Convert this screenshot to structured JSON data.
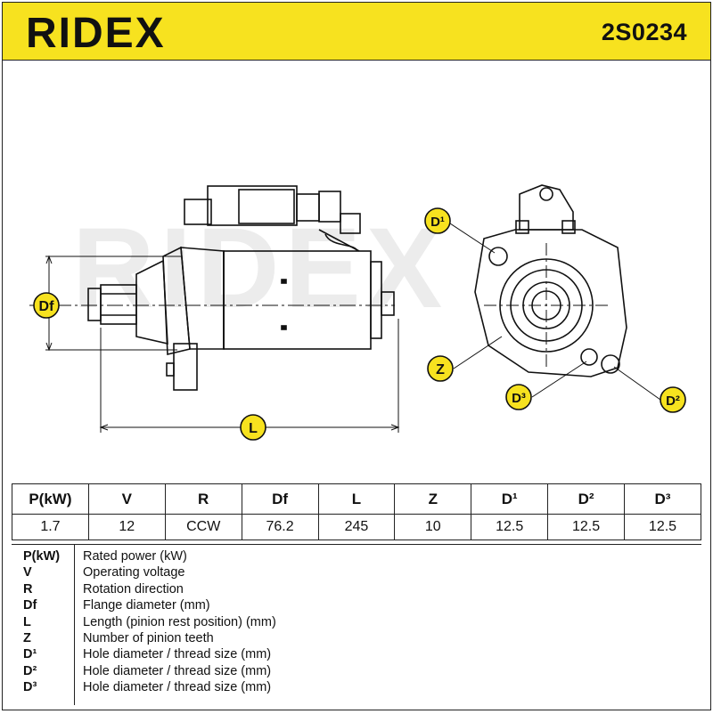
{
  "header": {
    "brand": "RIDEX",
    "part_number": "2S0234"
  },
  "drawing": {
    "labels": {
      "df": "Df",
      "l": "L",
      "z": "Z",
      "d1": "D¹",
      "d2": "D²",
      "d3": "D³"
    }
  },
  "spec_table": {
    "headers": [
      "P(kW)",
      "V",
      "R",
      "Df",
      "L",
      "Z",
      "D¹",
      "D²",
      "D³"
    ],
    "values": [
      "1.7",
      "12",
      "CCW",
      "76.2",
      "245",
      "10",
      "12.5",
      "12.5",
      "12.5"
    ]
  },
  "legend": [
    {
      "code": "P(kW)",
      "desc": "Rated power (kW)"
    },
    {
      "code": "V",
      "desc": "Operating voltage"
    },
    {
      "code": "R",
      "desc": "Rotation direction"
    },
    {
      "code": "Df",
      "desc": "Flange diameter (mm)"
    },
    {
      "code": "L",
      "desc": "Length (pinion rest position) (mm)"
    },
    {
      "code": "Z",
      "desc": "Number of pinion teeth"
    },
    {
      "code": "D¹",
      "desc": "Hole diameter / thread size (mm)"
    },
    {
      "code": "D²",
      "desc": "Hole diameter / thread size (mm)"
    },
    {
      "code": "D³",
      "desc": "Hole diameter / thread size (mm)"
    }
  ],
  "colors": {
    "brand_yellow": "#f7e21f",
    "ink": "#111111",
    "watermark": "#e8e8e8"
  }
}
